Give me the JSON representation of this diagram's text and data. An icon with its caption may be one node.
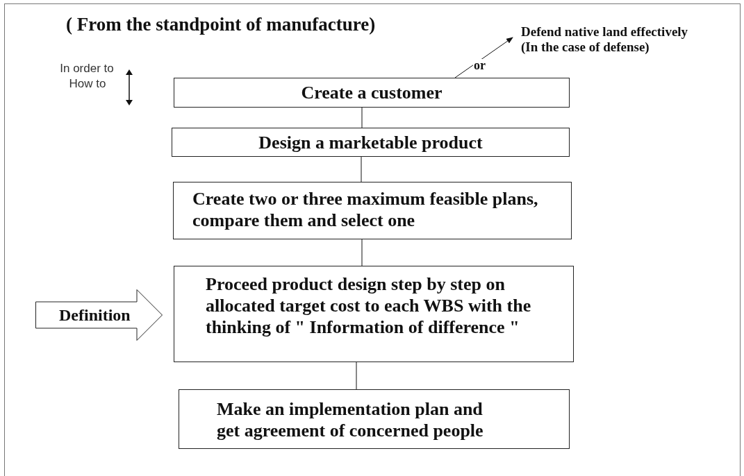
{
  "diagram": {
    "title": "( From the standpoint of manufacture)",
    "nodes": [
      {
        "text": [
          "Create a customer"
        ]
      },
      {
        "text": [
          "Design a marketable product"
        ]
      },
      {
        "text": [
          "Create two or three maximum feasible plans, compare them and select one"
        ]
      },
      {
        "text": [
          "Proceed product design step by step on allocated target cost to each WBS with the thinking of \" Information of difference \""
        ]
      },
      {
        "text": [
          "Make an implementation plan and get agreement of concerned people"
        ]
      },
      {
        "text": [
          "Definition"
        ]
      },
      {
        "text": [
          "Defend native land effectively",
          "(In the case of defense)"
        ]
      }
    ],
    "edges": [
      {
        "from": 0,
        "to": 6,
        "arrow": "to",
        "label": "or"
      },
      {
        "from": 0,
        "to": 1,
        "arrow": "none"
      },
      {
        "from": 1,
        "to": 2,
        "arrow": "none"
      },
      {
        "from": 2,
        "to": 3,
        "arrow": "none"
      },
      {
        "from": 3,
        "to": 4,
        "arrow": "none"
      }
    ],
    "labels": [
      "In order to",
      "How to"
    ]
  }
}
